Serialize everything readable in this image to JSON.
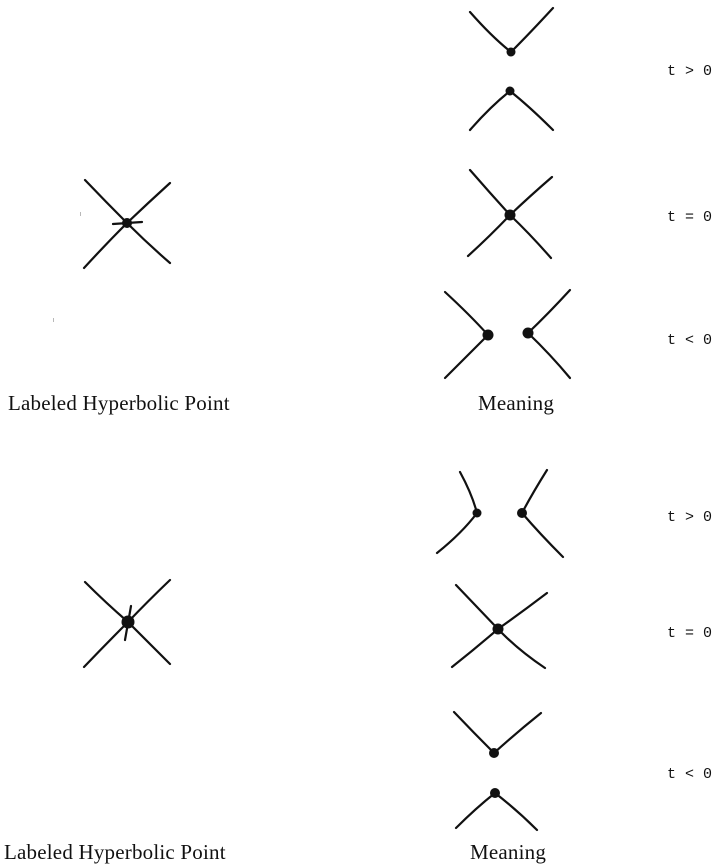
{
  "diagrams": [
    {
      "label_caption": "Labeled Hyperbolic Point",
      "meaning_caption": "Meaning",
      "cases": [
        {
          "condition": "t > 0"
        },
        {
          "condition": "t = 0"
        },
        {
          "condition": "t < 0"
        }
      ]
    },
    {
      "label_caption": "Labeled Hyperbolic Point",
      "meaning_caption": "Meaning",
      "cases": [
        {
          "condition": "t > 0"
        },
        {
          "condition": "t = 0"
        },
        {
          "condition": "t < 0"
        }
      ]
    }
  ]
}
